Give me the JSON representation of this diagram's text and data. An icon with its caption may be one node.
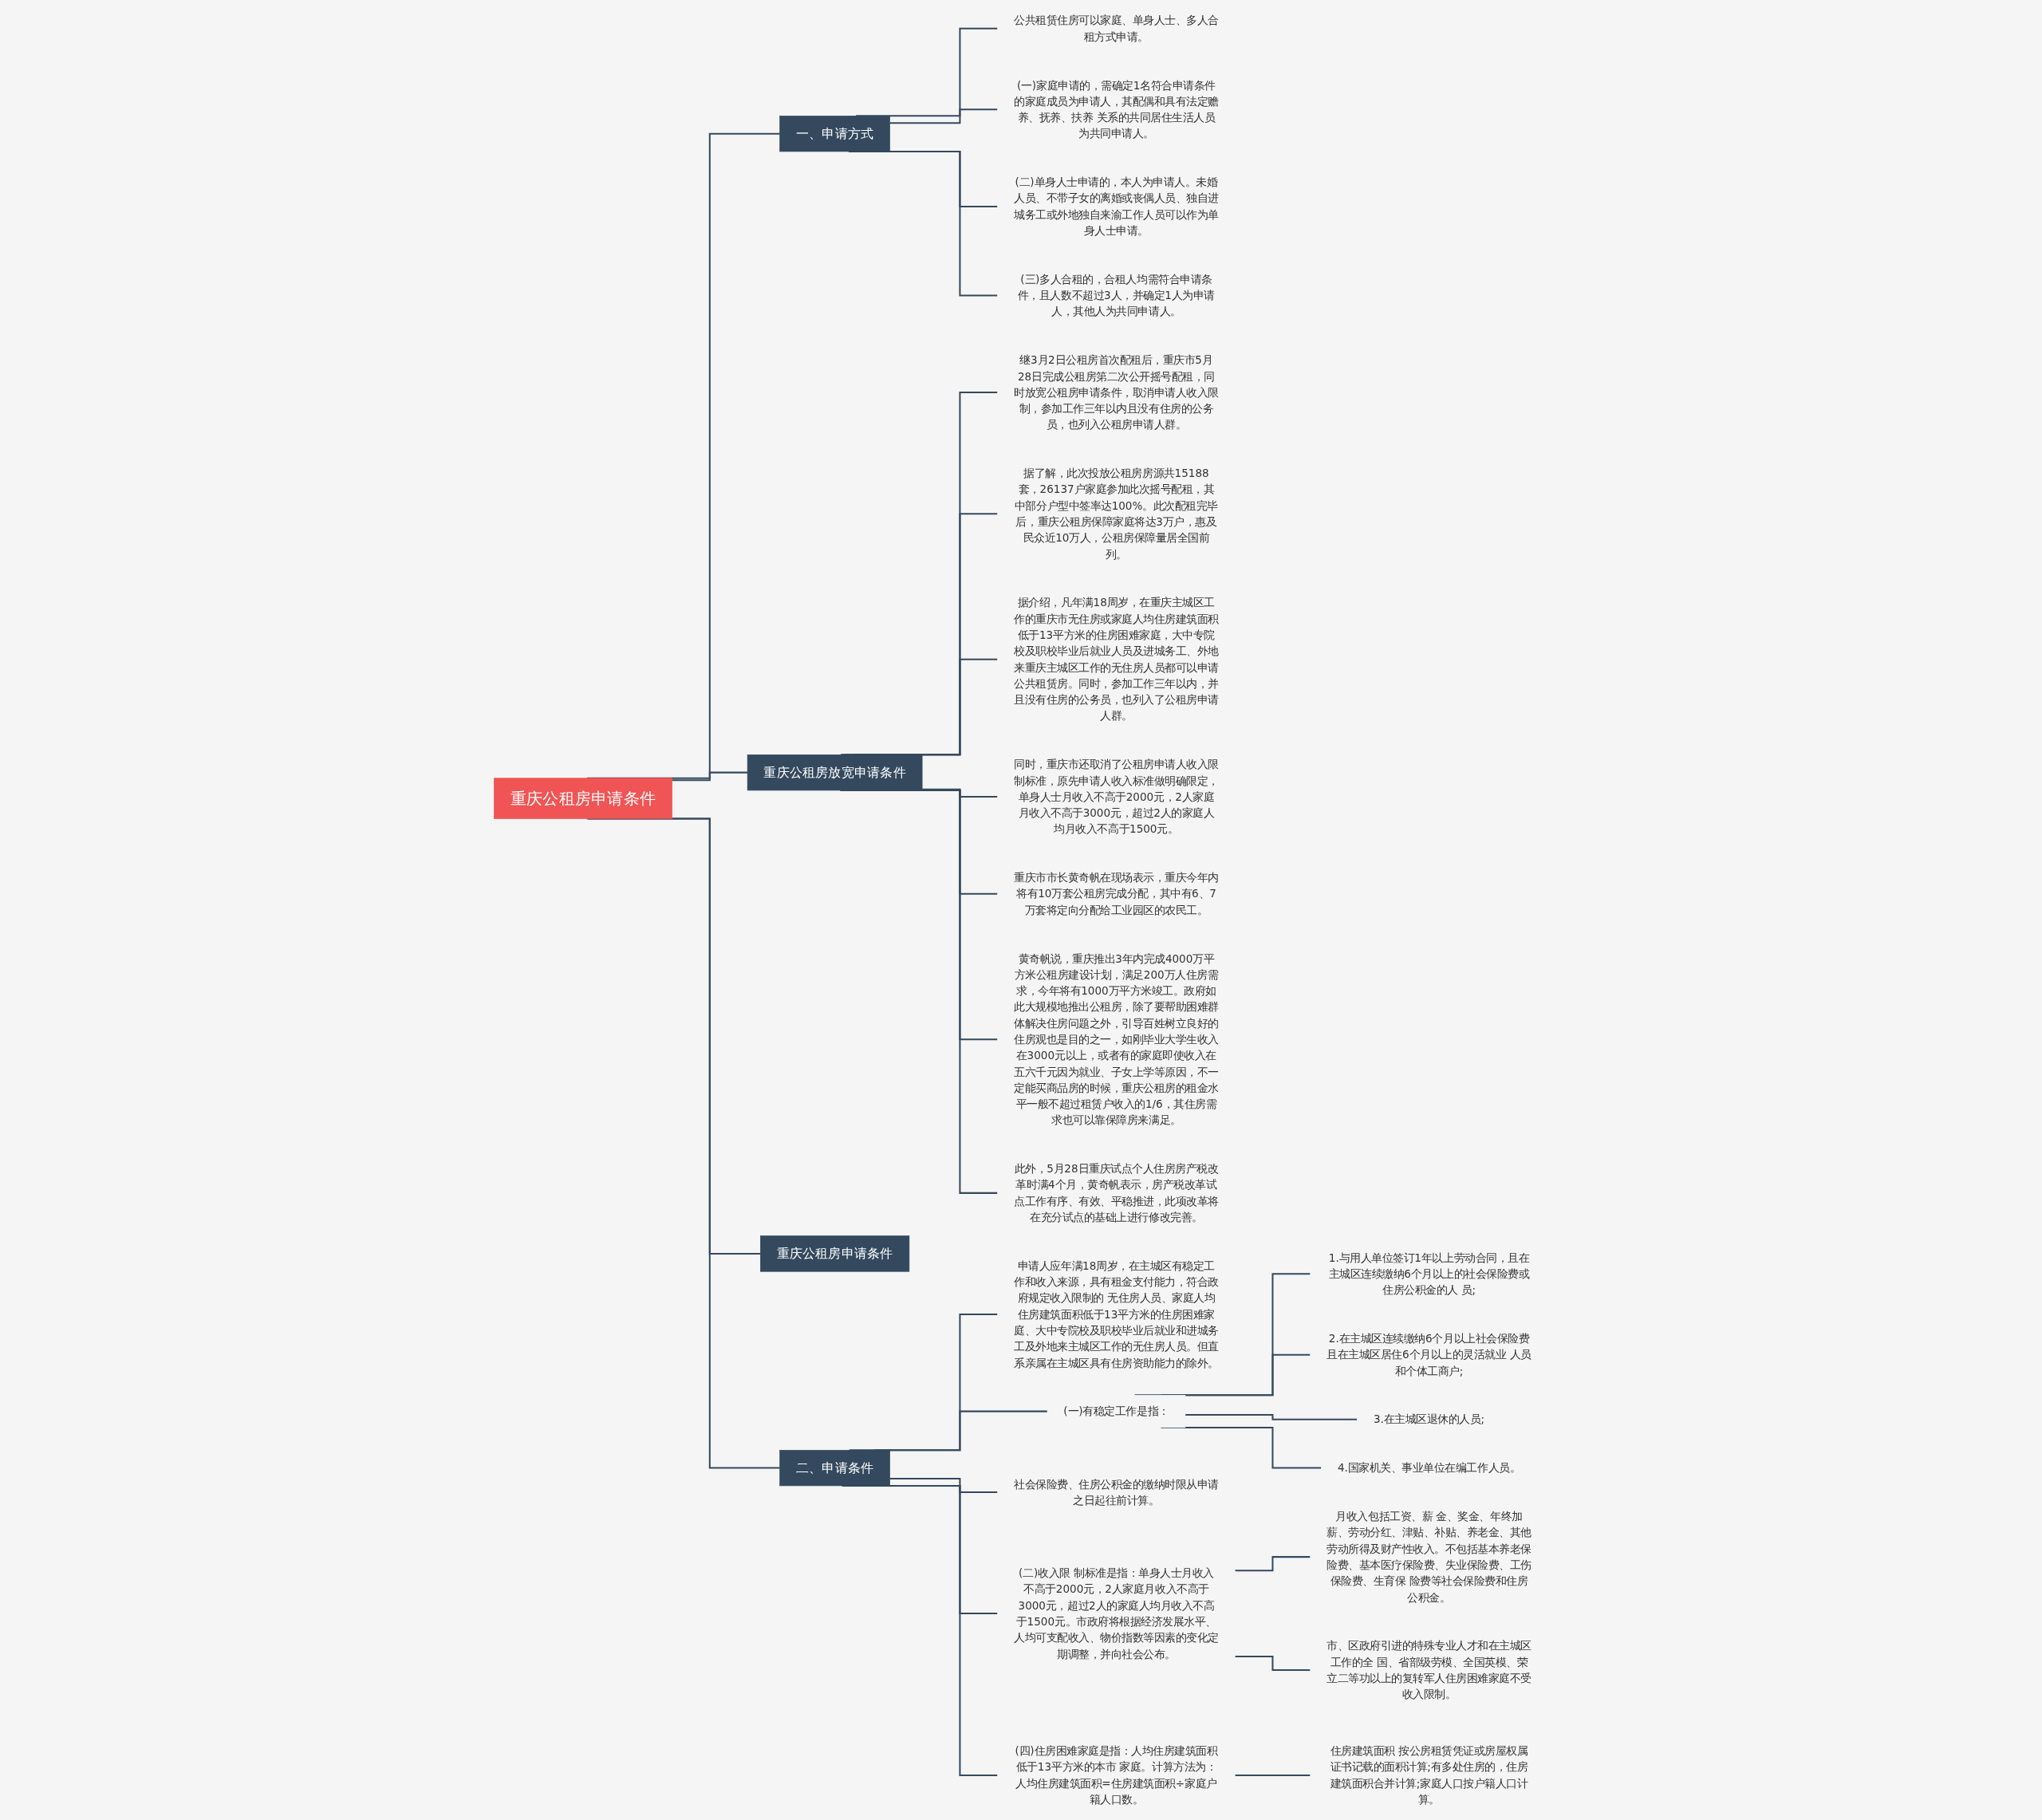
{
  "diagram": {
    "nodes": [
      {
        "text": [
          "重庆公租房申请条件"
        ]
      },
      {
        "text": [
          "一、申请方式"
        ]
      },
      {
        "text": [
          "公共租赁住房可以家庭、单身人士、多人合租方式申请。"
        ]
      },
      {
        "text": [
          "(一)家庭申请的，需确定1名符合申请条件的家庭成员为申请人，其配偶和具有法定赡养、抚养、扶养 关系的共同居住生活人员为共同申请人。"
        ]
      },
      {
        "text": [
          "(二)单身人士申请的，本人为申请人。未婚人员、不带子女的离婚或丧偶人员、独自进城务工或外地独自来渝工作人员可以作为单身人士申请。"
        ]
      },
      {
        "text": [
          "(三)多人合租的，合租人均需符合申请条件，且人数不超过3人，并确定1人为申请人，其他人为共同申请人。"
        ]
      },
      {
        "text": [
          "重庆公租房放宽申请条件"
        ]
      },
      {
        "text": [
          "继3月2日公租房首次配租后，重庆市5月28日完成公租房第二次公开摇号配租，同时放宽公租房申请条件，取消申请人收入限制，参加工作三年以内且没有住房的公务员，也列入公租房申请人群。"
        ]
      },
      {
        "text": [
          "据了解，此次投放公租房房源共15188套，26137户家庭参加此次摇号配租，其中部分户型中签率达100%。此次配租完毕后，重庆公租房保障家庭将达3万户，惠及民众近10万人，公租房保障量居全国前列。"
        ]
      },
      {
        "text": [
          "据介绍，凡年满18周岁，在重庆主城区工作的重庆市无住房或家庭人均住房建筑面积低于13平方米的住房困难家庭，大中专院校及职校毕业后就业人员及进城务工、外地来重庆主城区工作的无住房人员都可以申请公共租赁房。同时，参加工作三年以内，并且没有住房的公务员，也列入了公租房申请人群。"
        ]
      },
      {
        "text": [
          "同时，重庆市还取消了公租房申请人收入限制标准，原先申请人收入标准做明确限定，单身人士月收入不高于2000元，2人家庭月收入不高于3000元，超过2人的家庭人均月收入不高于1500元。"
        ]
      },
      {
        "text": [
          "重庆市市长黄奇帆在现场表示，重庆今年内将有10万套公租房完成分配，其中有6、7万套将定向分配给工业园区的农民工。"
        ]
      },
      {
        "text": [
          "黄奇帆说，重庆推出3年内完成4000万平方米公租房建设计划，满足200万人住房需求，今年将有1000万平方米竣工。政府如此大规模地推出公租房，除了要帮助困难群体解决住房问题之外，引导百姓树立良好的住房观也是目的之一，如刚毕业大学生收入在3000元以上，或者有的家庭即使收入在五六千元因为就业、子女上学等原因，不一定能买商品房的时候，重庆公租房的租金水平一般不超过租赁户收入的1/6，其住房需求也可以靠保障房来满足。"
        ]
      },
      {
        "text": [
          "此外，5月28日重庆试点个人住房房产税改革时满4个月，黄奇帆表示，房产税改革试点工作有序、有效、平稳推进，此项改革将在充分试点的基础上进行修改完善。"
        ]
      },
      {
        "text": [
          "重庆公租房申请条件"
        ]
      },
      {
        "text": [
          "二、申请条件"
        ]
      },
      {
        "text": [
          "申请人应年满18周岁，在主城区有稳定工作和收入来源，具有租金支付能力，符合政府规定收入限制的 无住房人员、家庭人均住房建筑面积低于13平方米的住房困难家庭、大中专院校及职校毕业后就业和进城务工及外地来主城区工作的无住房人员。但直系亲属在主城区具有住房资助能力的除外。"
        ]
      },
      {
        "text": [
          "(一)有稳定工作是指："
        ]
      },
      {
        "text": [
          "1.与用人单位签订1年以上劳动合同，且在主城区连续缴纳6个月以上的社会保险费或住房公积金的人 员;"
        ]
      },
      {
        "text": [
          "2.在主城区连续缴纳6个月以上社会保险费且在主城区居住6个月以上的灵活就业 人员和个体工商户;"
        ]
      },
      {
        "text": [
          "3.在主城区退休的人员;"
        ]
      },
      {
        "text": [
          "4.国家机关、事业单位在编工作人员。"
        ]
      },
      {
        "text": [
          "社会保险费、住房公积金的缴纳时限从申请之日起往前计算。"
        ]
      },
      {
        "text": [
          "(二)收入限 制标准是指：单身人士月收入不高于2000元，2人家庭月收入不高于3000元，超过2人的家庭人均月收入不高于1500元。市政府将根据经济发展水平、人均可支配收入、物价指数等因素的变化定期调整，并向社会公布。"
        ]
      },
      {
        "text": [
          "月收入包括工资、薪 金、奖金、年终加薪、劳动分红、津贴、补贴、养老金、其他劳动所得及财产性收入。不包括基本养老保险费、基本医疗保险费、失业保险费、工伤保险费、生育保 险费等社会保险费和住房公积金。"
        ]
      },
      {
        "text": [
          "市、区政府引进的特殊专业人才和在主城区工作的全 国、省部级劳模、全国英模、荣立二等功以上的复转军人住房困难家庭不受收入限制。"
        ]
      },
      {
        "text": [
          "(四)住房困难家庭是指：人均住房建筑面积低于13平方米的本市 家庭。计算方法为：人均住房建筑面积=住房建筑面积÷家庭户籍人口数。"
        ]
      },
      {
        "text": [
          "住房建筑面积 按公房租赁凭证或房屋权属证书记载的面积计算;有多处住房的，住房建筑面积合并计算;家庭人口按户籍人口计算。"
        ]
      }
    ],
    "edges": [
      {
        "from": 0,
        "to": 1,
        "arrow": "none"
      },
      {
        "from": 1,
        "to": 2,
        "arrow": "none"
      },
      {
        "from": 1,
        "to": 3,
        "arrow": "none"
      },
      {
        "from": 1,
        "to": 4,
        "arrow": "none"
      },
      {
        "from": 1,
        "to": 5,
        "arrow": "none"
      },
      {
        "from": 0,
        "to": 6,
        "arrow": "none"
      },
      {
        "from": 6,
        "to": 7,
        "arrow": "none"
      },
      {
        "from": 6,
        "to": 8,
        "arrow": "none"
      },
      {
        "from": 6,
        "to": 9,
        "arrow": "none"
      },
      {
        "from": 6,
        "to": 10,
        "arrow": "none"
      },
      {
        "from": 6,
        "to": 11,
        "arrow": "none"
      },
      {
        "from": 6,
        "to": 12,
        "arrow": "none"
      },
      {
        "from": 6,
        "to": 13,
        "arrow": "none"
      },
      {
        "from": 0,
        "to": 14,
        "arrow": "none"
      },
      {
        "from": 0,
        "to": 15,
        "arrow": "none"
      },
      {
        "from": 15,
        "to": 16,
        "arrow": "none"
      },
      {
        "from": 15,
        "to": 17,
        "arrow": "none"
      },
      {
        "from": 17,
        "to": 18,
        "arrow": "none"
      },
      {
        "from": 17,
        "to": 19,
        "arrow": "none"
      },
      {
        "from": 17,
        "to": 20,
        "arrow": "none"
      },
      {
        "from": 17,
        "to": 21,
        "arrow": "none"
      },
      {
        "from": 15,
        "to": 22,
        "arrow": "none"
      },
      {
        "from": 15,
        "to": 23,
        "arrow": "none"
      },
      {
        "from": 23,
        "to": 24,
        "arrow": "none"
      },
      {
        "from": 23,
        "to": 25,
        "arrow": "none"
      },
      {
        "from": 15,
        "to": 26,
        "arrow": "none"
      },
      {
        "from": 26,
        "to": 27,
        "arrow": "none"
      }
    ]
  }
}
